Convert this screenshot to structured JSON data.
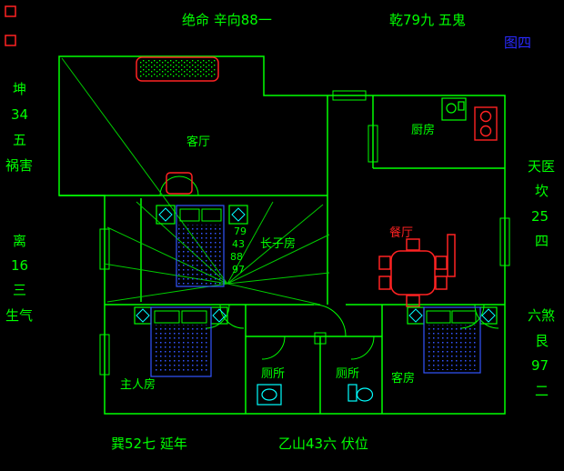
{
  "colors": {
    "background": "#000000",
    "wall_green": "#00ff00",
    "accent_red": "#ff2222",
    "fixture_cyan": "#00ffff",
    "bed_blue": "#3355ff",
    "figure_tag_blue": "#2a2aff"
  },
  "outer_labels": {
    "top": [
      "绝命 辛向88一",
      "乾79九 五鬼"
    ],
    "figure_tag": "图四",
    "left_upper": [
      "坤",
      "34",
      "五",
      "祸害"
    ],
    "left_lower": [
      "离",
      "16",
      "三",
      "生气"
    ],
    "right_upper": [
      "天医",
      "坎",
      "25",
      "四"
    ],
    "right_lower": [
      "六煞",
      "艮",
      "97",
      "二"
    ],
    "bottom": [
      "巽52七 延年",
      "乙山43六 伏位"
    ]
  },
  "room_labels": {
    "living": "客厅",
    "kitchen": "厨房",
    "dining": "餐厅",
    "eldest_son": "长子房",
    "master": "主人房",
    "toilet1": "厕所",
    "toilet2": "厕所",
    "guest": "客房"
  },
  "compass_numbers": [
    "79",
    "43",
    "88",
    "97"
  ]
}
